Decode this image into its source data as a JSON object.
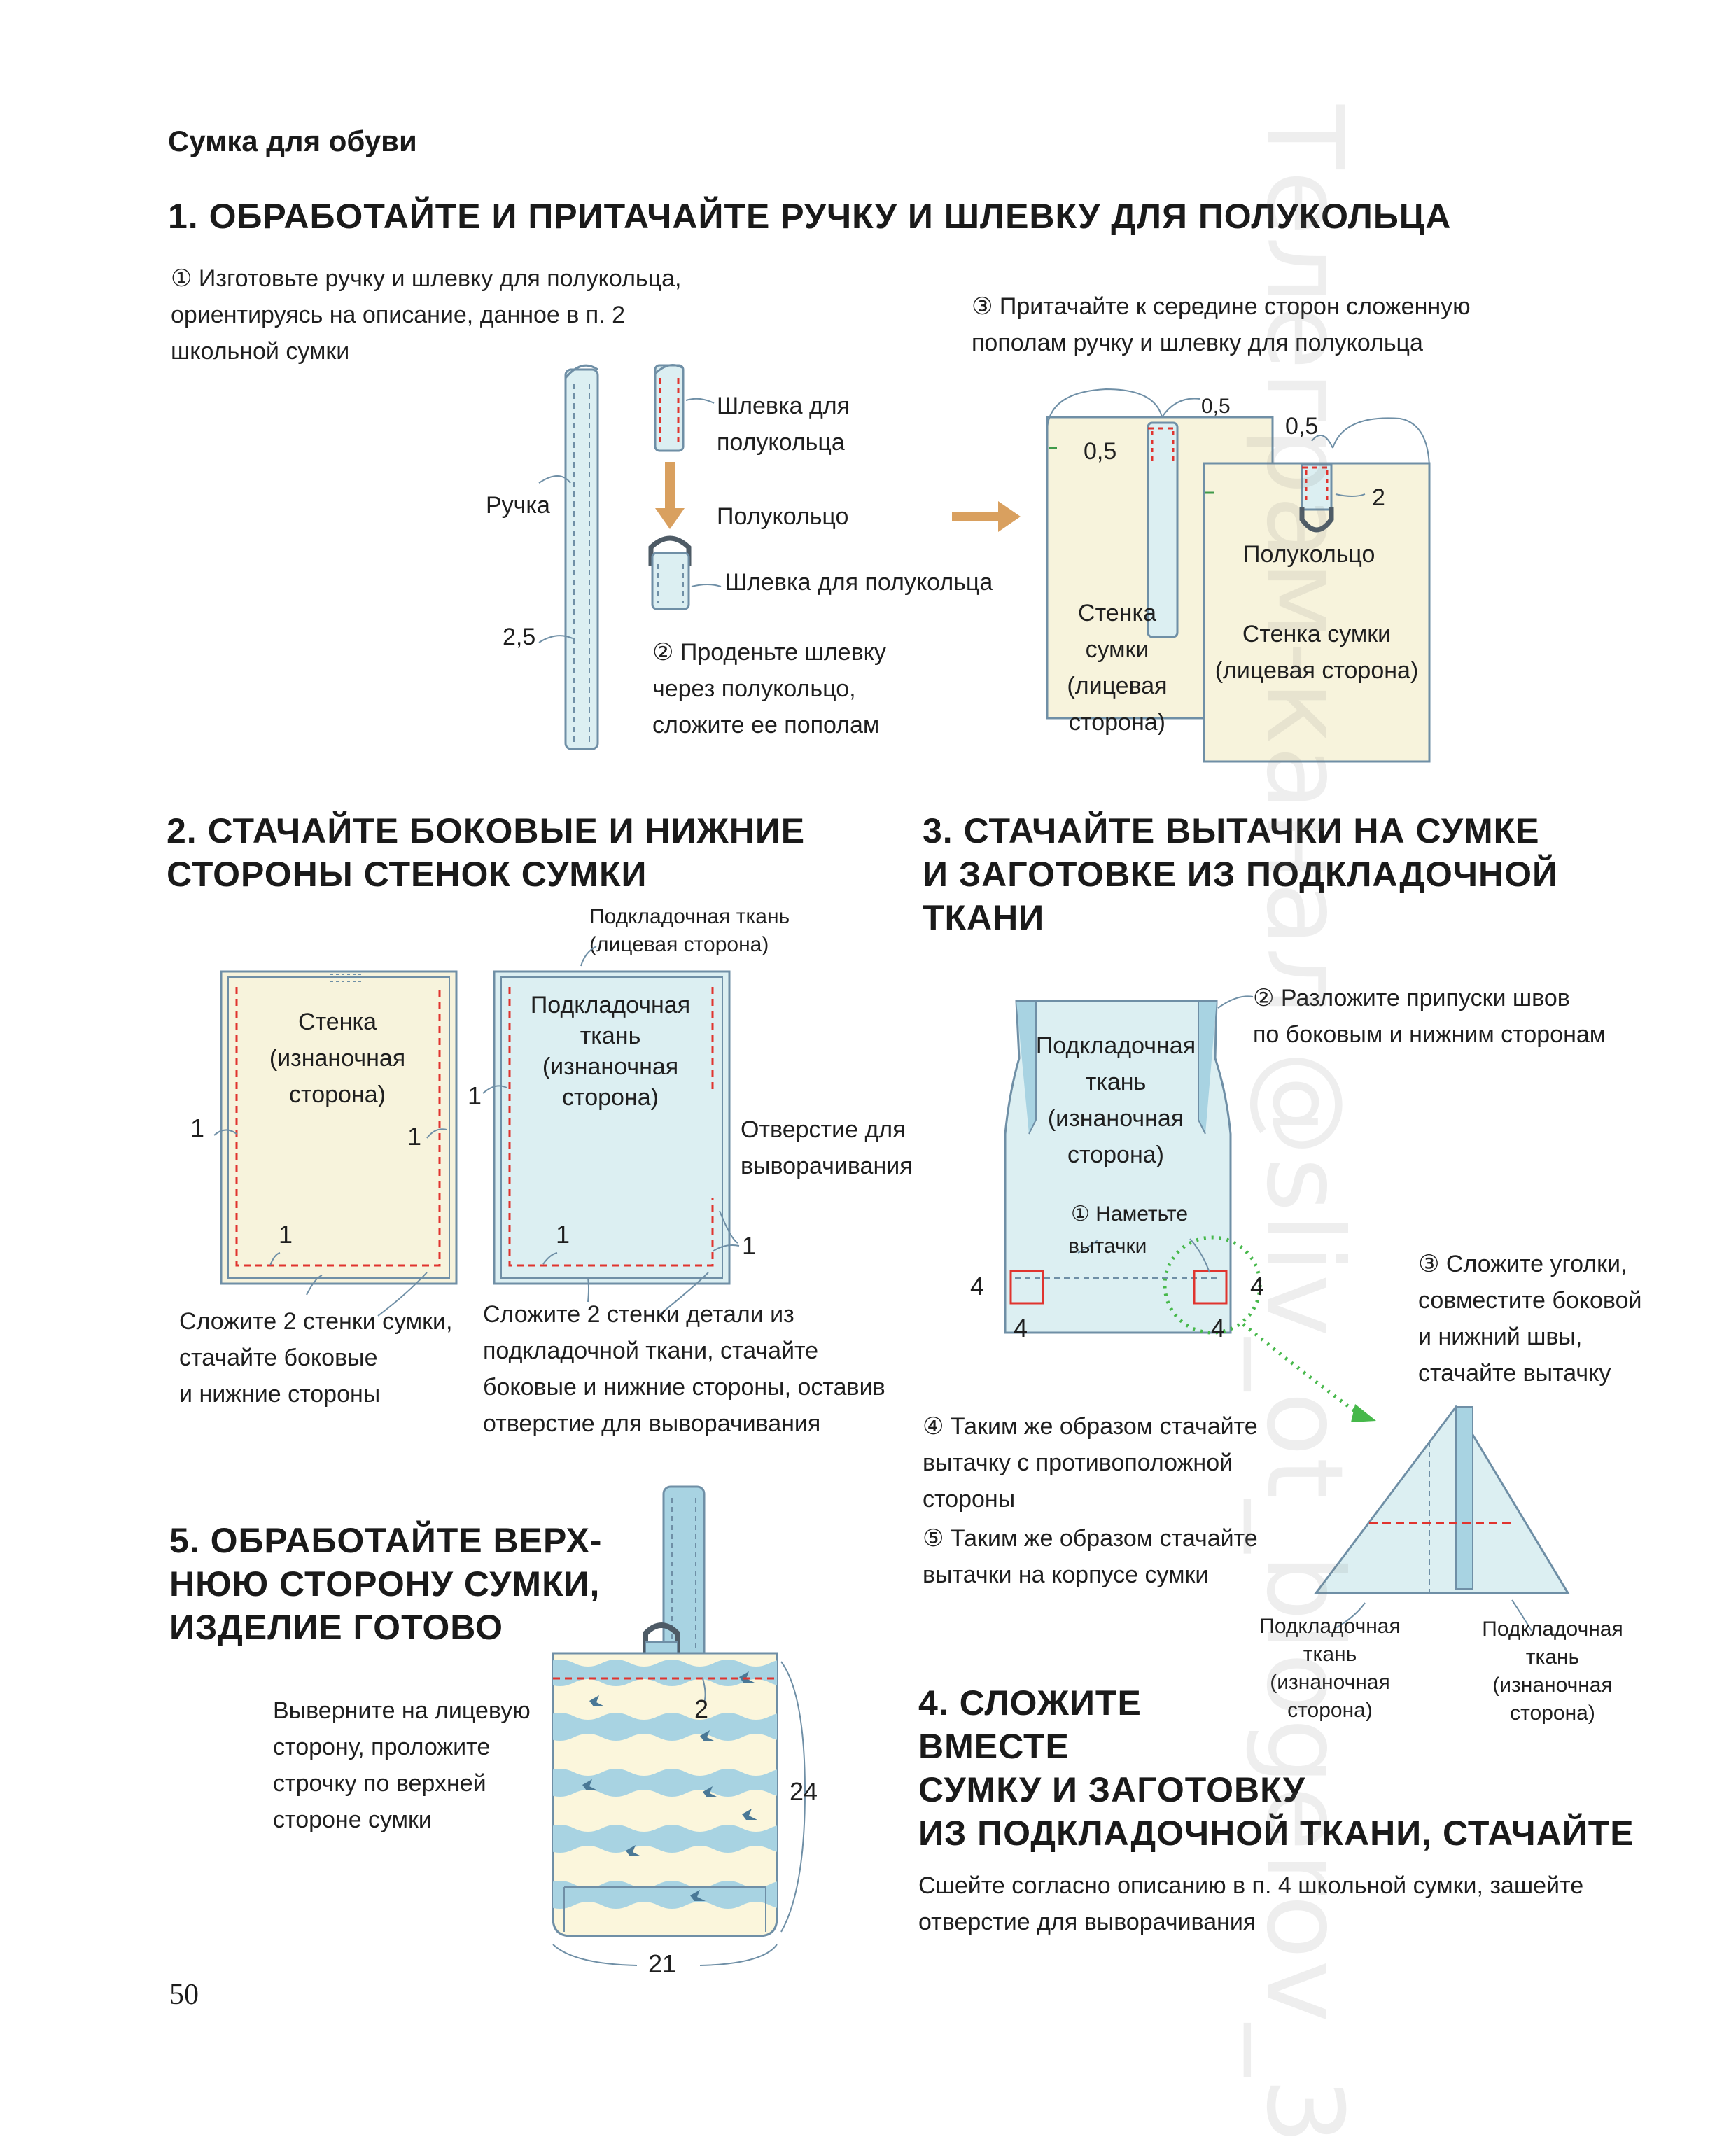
{
  "doc_title": "Сумка для обуви",
  "sec1": {
    "title": "1. ОБРАБОТАЙТЕ И ПРИТАЧАЙТЕ РУЧКУ И ШЛЕВКУ ДЛЯ ПОЛУКОЛЬЦА",
    "step1": [
      "① Изготовьте ручку и шлевку для полукольца,",
      "ориентируясь на описание, данное в п. 2",
      "школьной сумки"
    ],
    "label_handle": "Ручка",
    "label_loop": [
      "Шлевка для",
      "полукольца"
    ],
    "label_ring": "Полукольцо",
    "label_loop2": "Шлевка для полукольца",
    "dim_handle": "2,5",
    "step2": [
      "② Проденьте шлевку",
      "через полукольцо,",
      "сложите ее пополам"
    ],
    "step3": [
      "③ Притачайте к середине сторон сложенную",
      "пополам ручку и шлевку для полукольца"
    ],
    "dim_a": "0,5",
    "dim_b": "0,5",
    "dim_c": "0,5",
    "dim_d": "2",
    "label_ring2": "Полукольцо",
    "wall_face1": [
      "Стенка сумки",
      "(лицевая",
      "сторона)"
    ],
    "wall_face2": [
      "Стенка сумки",
      "(лицевая сторона)"
    ]
  },
  "sec2": {
    "title": [
      "2. СТАЧАЙТЕ БОКОВЫЕ И НИЖНИЕ",
      "СТОРОНЫ СТЕНОК СУМКИ"
    ],
    "lining_face": [
      "Подкладочная ткань",
      "(лицевая сторона)"
    ],
    "wall_inner": [
      "Стенка",
      "(изнаночная",
      "сторона)"
    ],
    "lining_inner": [
      "Подкладочная",
      "ткань",
      "(изнаночная",
      "сторона)"
    ],
    "opening": [
      "Отверстие для",
      "выворачивания"
    ],
    "dim1": "1",
    "caption_left": [
      "Сложите 2 стенки сумки,",
      "стачайте боковые",
      "и нижние стороны"
    ],
    "caption_right": [
      "Сложите 2 стенки детали из",
      "подкладочной ткани, стачайте",
      "боковые и нижние стороны, оставив",
      "отверстие для выворачивания"
    ]
  },
  "sec3": {
    "title": [
      "3. СТАЧАЙТЕ ВЫТАЧКИ НА СУМКЕ",
      "И ЗАГОТОВКЕ ИЗ ПОДКЛАДОЧНОЙ",
      "ТКАНИ"
    ],
    "step2": [
      "② Разложите припуски швов",
      "по боковым и нижним сторонам"
    ],
    "lining_inner": [
      "Подкладочная",
      "ткань",
      "(изнаночная",
      "сторона)"
    ],
    "step1": [
      "① Наметьте",
      "вытачки"
    ],
    "dim4": "4",
    "step3": [
      "③ Сложите уголки,",
      "совместите боковой",
      "и нижний швы,",
      "стачайте вытачку"
    ],
    "step4": [
      "④ Таким же образом стачайте",
      "вытачку с противоположной",
      "стороны"
    ],
    "step5": [
      "⑤ Таким же образом стачайте",
      "вытачки на корпусе сумки"
    ],
    "tri_left": [
      "Подкладочная",
      "ткань",
      "(изнаночная",
      "сторона)"
    ],
    "tri_right": [
      "Подкладочная",
      "ткань",
      "(изнаночная",
      "сторона)"
    ]
  },
  "sec4": {
    "title": [
      "4. СЛОЖИТЕ",
      "ВМЕСТЕ",
      "СУМКУ И ЗАГОТОВКУ",
      "ИЗ ПОДКЛАДОЧНОЙ ТКАНИ, СТАЧАЙТЕ"
    ],
    "text": [
      "Сшейте согласно описанию в п. 4 школьной сумки, зашейте",
      "отверстие для выворачивания"
    ]
  },
  "sec5": {
    "title": [
      "5. ОБРАБОТАЙТЕ ВЕРХ-",
      "НЮЮ СТОРОНУ СУМКИ,",
      "ИЗДЕЛИЕ ГОТОВО"
    ],
    "caption": [
      "Выверните на лицевую",
      "сторону, проложите",
      "строчку по верхней",
      "стороне сумки"
    ],
    "dim_top": "2",
    "dim_height": "24",
    "dim_width": "21"
  },
  "watermark": "Телеграм-канал @sliv_ot_blogerov_3",
  "page_number": "50",
  "colors": {
    "fabric_yellow": "#f7f3dc",
    "fabric_blue": "#dceff2",
    "strap_blue": "#a8d3e2",
    "stitch_red": "#e0342f",
    "arrow_orange": "#d9a05f",
    "green_dotted": "#46b84a",
    "outline": "#6f8fa6"
  }
}
